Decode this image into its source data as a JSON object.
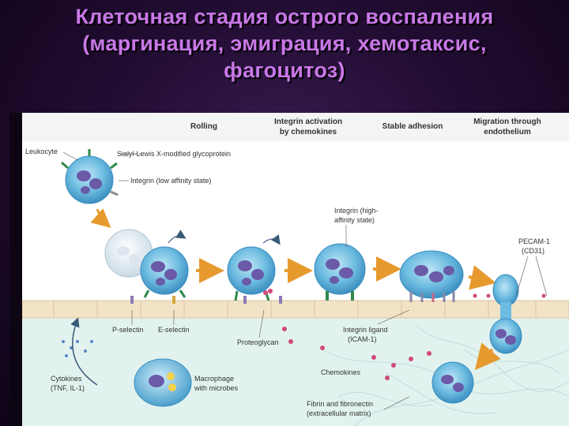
{
  "title": {
    "line1": "Клеточная стадия острого воспаления",
    "line2": "(маргинация, эмиграция, хемотаксис,",
    "line3": "фагоцитоз)"
  },
  "diagram": {
    "stages": {
      "rolling": "Rolling",
      "integrin_activation_1": "Integrin activation",
      "integrin_activation_2": "by chemokines",
      "stable_adhesion": "Stable adhesion",
      "migration_1": "Migration through",
      "migration_2": "endothelium"
    },
    "labels": {
      "leukocyte": "Leukocyte",
      "sialyl": "Sialyl-Lewis X-modified glycoprotein",
      "integrin_low": "Integrin (low affinity state)",
      "integrin_high_1": "Integrin (high-",
      "integrin_high_2": "affinity state)",
      "pecam_1": "PECAM-1",
      "pecam_2": "(CD31)",
      "p_selectin": "P-selectin",
      "e_selectin": "E-selectin",
      "proteoglycan": "Proteoglycan",
      "integrin_ligand_1": "Integrin ligand",
      "integrin_ligand_2": "(ICAM-1)",
      "chemokines": "Chemokines",
      "cytokines_1": "Cytokines",
      "cytokines_2": "(TNF, IL-1)",
      "macrophage_1": "Macrophage",
      "macrophage_2": "with microbes",
      "fibrin_1": "Fibrin and fibronectin",
      "fibrin_2": "(extracellular matrix)"
    },
    "colors": {
      "cell": "#5fb3d8",
      "nucleus": "#6a5aa8",
      "endothelium": "#f3e3c6",
      "tissue": "#dff1ec",
      "arrow": "#e69a2e"
    }
  }
}
